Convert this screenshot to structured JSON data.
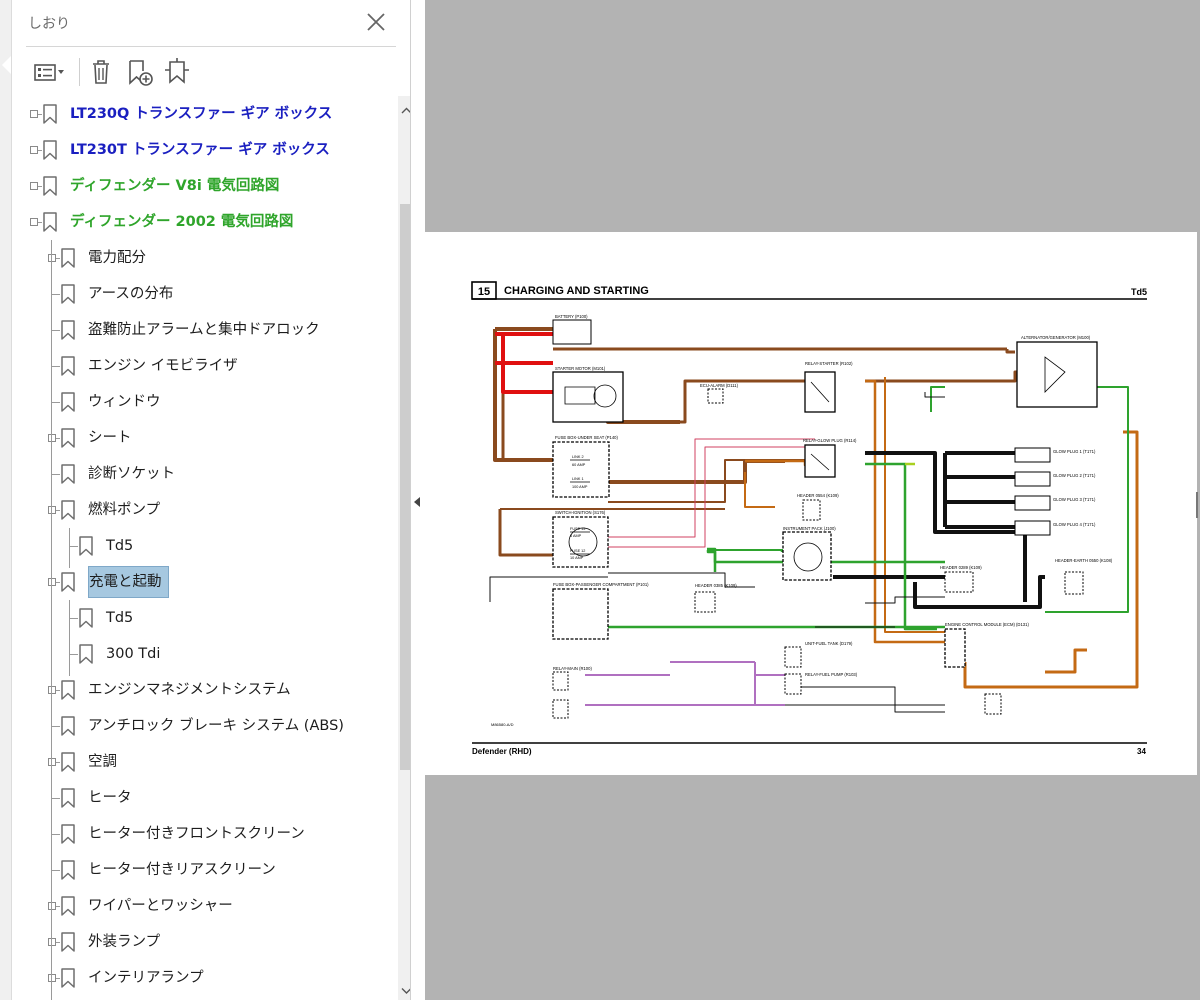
{
  "panel": {
    "title": "しおり",
    "toolbar": {
      "options_icon": "list-options-icon",
      "delete_icon": "trash-icon",
      "new_bookmark_icon": "bookmark-add-icon",
      "find_current_icon": "bookmark-find-icon"
    },
    "tree": [
      {
        "label": "LT230Q トランスファー ギア ボックス",
        "level": 0,
        "style": "blue",
        "expander": true
      },
      {
        "label": "LT230T トランスファー ギア ボックス",
        "level": 0,
        "style": "blue",
        "expander": true
      },
      {
        "label": "ディフェンダー V8i 電気回路図",
        "level": 0,
        "style": "green",
        "expander": true
      },
      {
        "label": "ディフェンダー 2002 電気回路図",
        "level": 0,
        "style": "green",
        "expander": true
      },
      {
        "label": "電力配分",
        "level": 1,
        "style": "normal",
        "expander": true
      },
      {
        "label": "アースの分布",
        "level": 1,
        "style": "normal",
        "expander": false
      },
      {
        "label": "盗難防止アラームと集中ドアロック",
        "level": 1,
        "style": "normal",
        "expander": false
      },
      {
        "label": "エンジン イモビライザ",
        "level": 1,
        "style": "normal",
        "expander": false
      },
      {
        "label": "ウィンドウ",
        "level": 1,
        "style": "normal",
        "expander": false
      },
      {
        "label": "シート",
        "level": 1,
        "style": "normal",
        "expander": true
      },
      {
        "label": "診断ソケット",
        "level": 1,
        "style": "normal",
        "expander": false
      },
      {
        "label": "燃料ポンプ",
        "level": 1,
        "style": "normal",
        "expander": true
      },
      {
        "label": "Td5",
        "level": 2,
        "style": "normal",
        "expander": false
      },
      {
        "label": "充電と起動",
        "level": 1,
        "style": "normal",
        "expander": true,
        "selected": true
      },
      {
        "label": "Td5",
        "level": 2,
        "style": "normal",
        "expander": false
      },
      {
        "label": "300 Tdi",
        "level": 2,
        "style": "normal",
        "expander": false
      },
      {
        "label": "エンジンマネジメントシステム",
        "level": 1,
        "style": "normal",
        "expander": true
      },
      {
        "label": "アンチロック ブレーキ システム (ABS)",
        "level": 1,
        "style": "normal",
        "expander": false
      },
      {
        "label": "空調",
        "level": 1,
        "style": "normal",
        "expander": true
      },
      {
        "label": "ヒータ",
        "level": 1,
        "style": "normal",
        "expander": false
      },
      {
        "label": "ヒーター付きフロントスクリーン",
        "level": 1,
        "style": "normal",
        "expander": false
      },
      {
        "label": "ヒーター付きリアスクリーン",
        "level": 1,
        "style": "normal",
        "expander": false
      },
      {
        "label": "ワイパーとワッシャー",
        "level": 1,
        "style": "normal",
        "expander": true
      },
      {
        "label": "外装ランプ",
        "level": 1,
        "style": "normal",
        "expander": true
      },
      {
        "label": "インテリアランプ",
        "level": 1,
        "style": "normal",
        "expander": true
      }
    ]
  },
  "document": {
    "page_number_box": "15",
    "title": "CHARGING AND STARTING",
    "engine": "Td5",
    "footer_left": "Defender (RHD)",
    "footer_right": "34",
    "drawing_id": "M86580-A/D",
    "components": [
      "BATTERY (P100)",
      "STARTER MOTOR (M101)",
      "ECU-ALARM (D111)",
      "RELAY-STARTER (R102)",
      "ALTERNATOR/GENERATOR (M100)",
      "FUSE BOX-UNDER SEAT (P140)",
      "RELAY-GLOW PLUG (R114)",
      "GLOW PLUG 1 (T171)",
      "GLOW PLUG 2 (T171)",
      "GLOW PLUG 3 (T171)",
      "GLOW PLUG 4 (T171)",
      "HEADER 0554 (K109)",
      "SWITCH-IGNITION (S176)",
      "INSTRUMENT PACK (J100)",
      "HEADER 0289 (K109)",
      "HEADER-EARTH 0550 (K108)",
      "FUSE BOX-PASSENGER COMPARTMENT (P101)",
      "HEADER 0385 (K109)",
      "ENGINE CONTROL MODULE (ECM) (D131)",
      "UNIT-FUEL TANK (D179)",
      "RELAY-MAIN (R100)",
      "RELAY-FUEL PUMP (R103)"
    ],
    "fuse_labels": [
      "LINK 2",
      "60 AMP",
      "LINK 1",
      "100 AMP",
      "FUSE 15",
      "5 AMP",
      "FUSE 12",
      "10 AMP"
    ]
  }
}
